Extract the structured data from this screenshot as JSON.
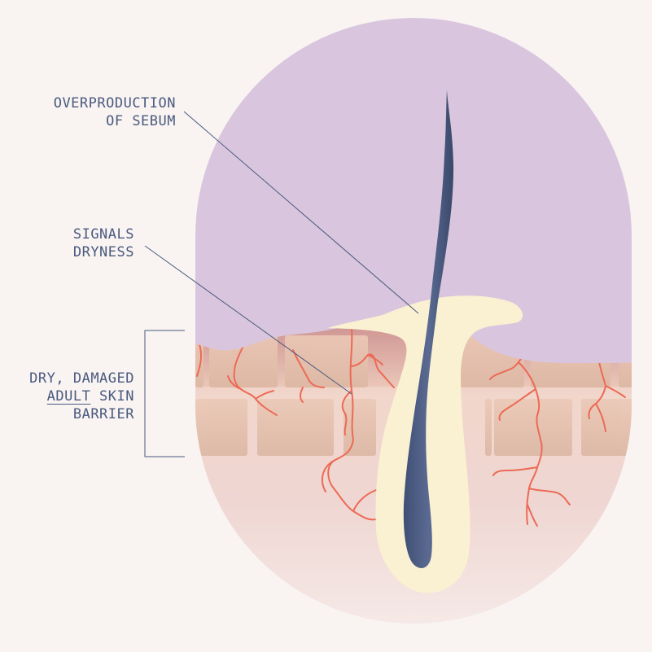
{
  "labels": {
    "sebum": {
      "line1": "OVERPRODUCTION",
      "line2": "OF SEBUM"
    },
    "dryness": {
      "line1": "SIGNALS",
      "line2": "DRYNESS"
    },
    "barrier": {
      "line1": "DRY, DAMAGED",
      "line2_underlined": "ADULT",
      "line2_rest": " SKIN",
      "line3": "BARRIER"
    }
  },
  "colors": {
    "background": "#f9f4f2",
    "sebum_layer": "#d9c6de",
    "follicle": "#faf0d2",
    "hair": "#4a5a7e",
    "vessels": "#ec6a55",
    "skin_cells": "#e4c2b1",
    "text": "#4a5a7e"
  }
}
